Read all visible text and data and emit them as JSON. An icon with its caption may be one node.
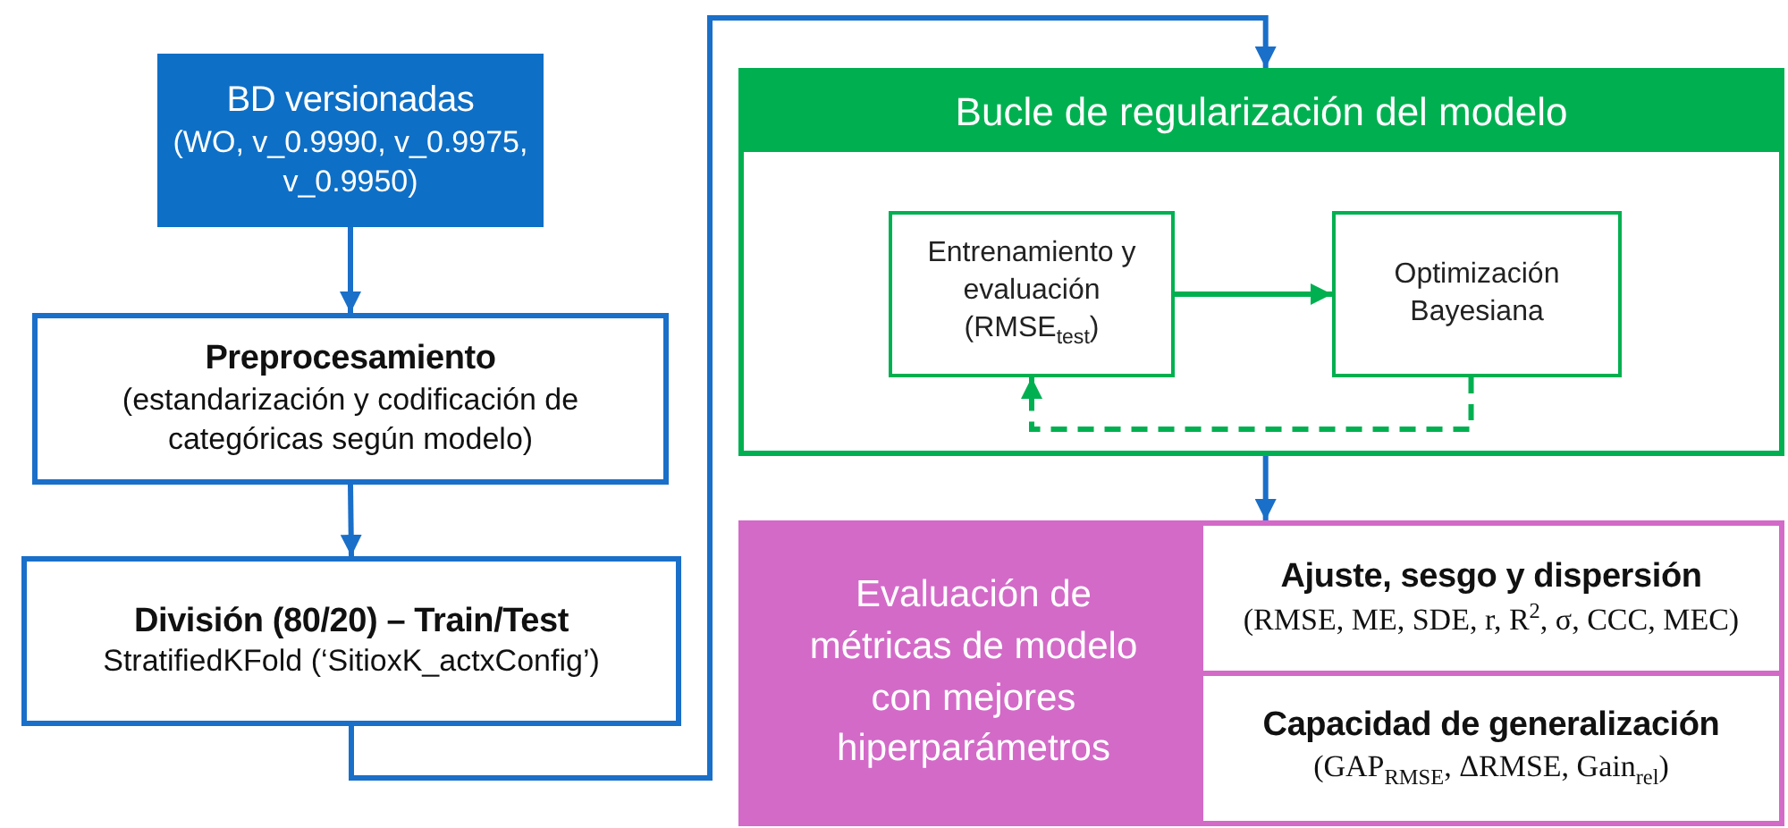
{
  "diagram": {
    "nodes": [
      {
        "text": [
          "BD versionadas",
          "(WO, v_0.9990, v_0.9975, v_0.9950)"
        ]
      },
      {
        "text": [
          "Preprocesamiento",
          "(estandarización y codificación de categóricas según modelo)"
        ]
      },
      {
        "text": [
          "División (80/20) – Train/Test",
          "StratifiedKFold (‘SitioxK_actxConfig’)"
        ]
      },
      {
        "text": [
          "Bucle de regularización del modelo"
        ]
      },
      {
        "text": [
          "Entrenamiento y evaluación (RMSE$_{test}$)"
        ],
        "in": 3
      },
      {
        "text": [
          "Optimización Bayesiana"
        ],
        "in": 3
      },
      {
        "text": [
          "Evaluación de métricas de modelo con mejores hiperparámetros"
        ]
      },
      {
        "text": [
          "Ajuste, sesgo y dispersión",
          "(RMSE, ME, SDE, r, R$^{2}$, σ, CCC, MEC)"
        ],
        "in": 6
      },
      {
        "text": [
          "Capacidad de generalización",
          "(GAP$_{RMSE}$, ΔRMSE, Gain$_{rel}$)"
        ],
        "in": 6
      }
    ],
    "edges": [
      {
        "from": 0,
        "to": 1,
        "arrow": "to"
      },
      {
        "from": 1,
        "to": 2,
        "arrow": "to"
      },
      {
        "from": 2,
        "to": 3,
        "arrow": "to"
      },
      {
        "from": 4,
        "to": 5,
        "arrow": "to",
        "color": "#00b050"
      },
      {
        "from": 5,
        "to": 4,
        "arrow": "to",
        "style": "dashed",
        "color": "#00b050"
      },
      {
        "from": 3,
        "to": 6,
        "arrow": "to"
      }
    ]
  }
}
